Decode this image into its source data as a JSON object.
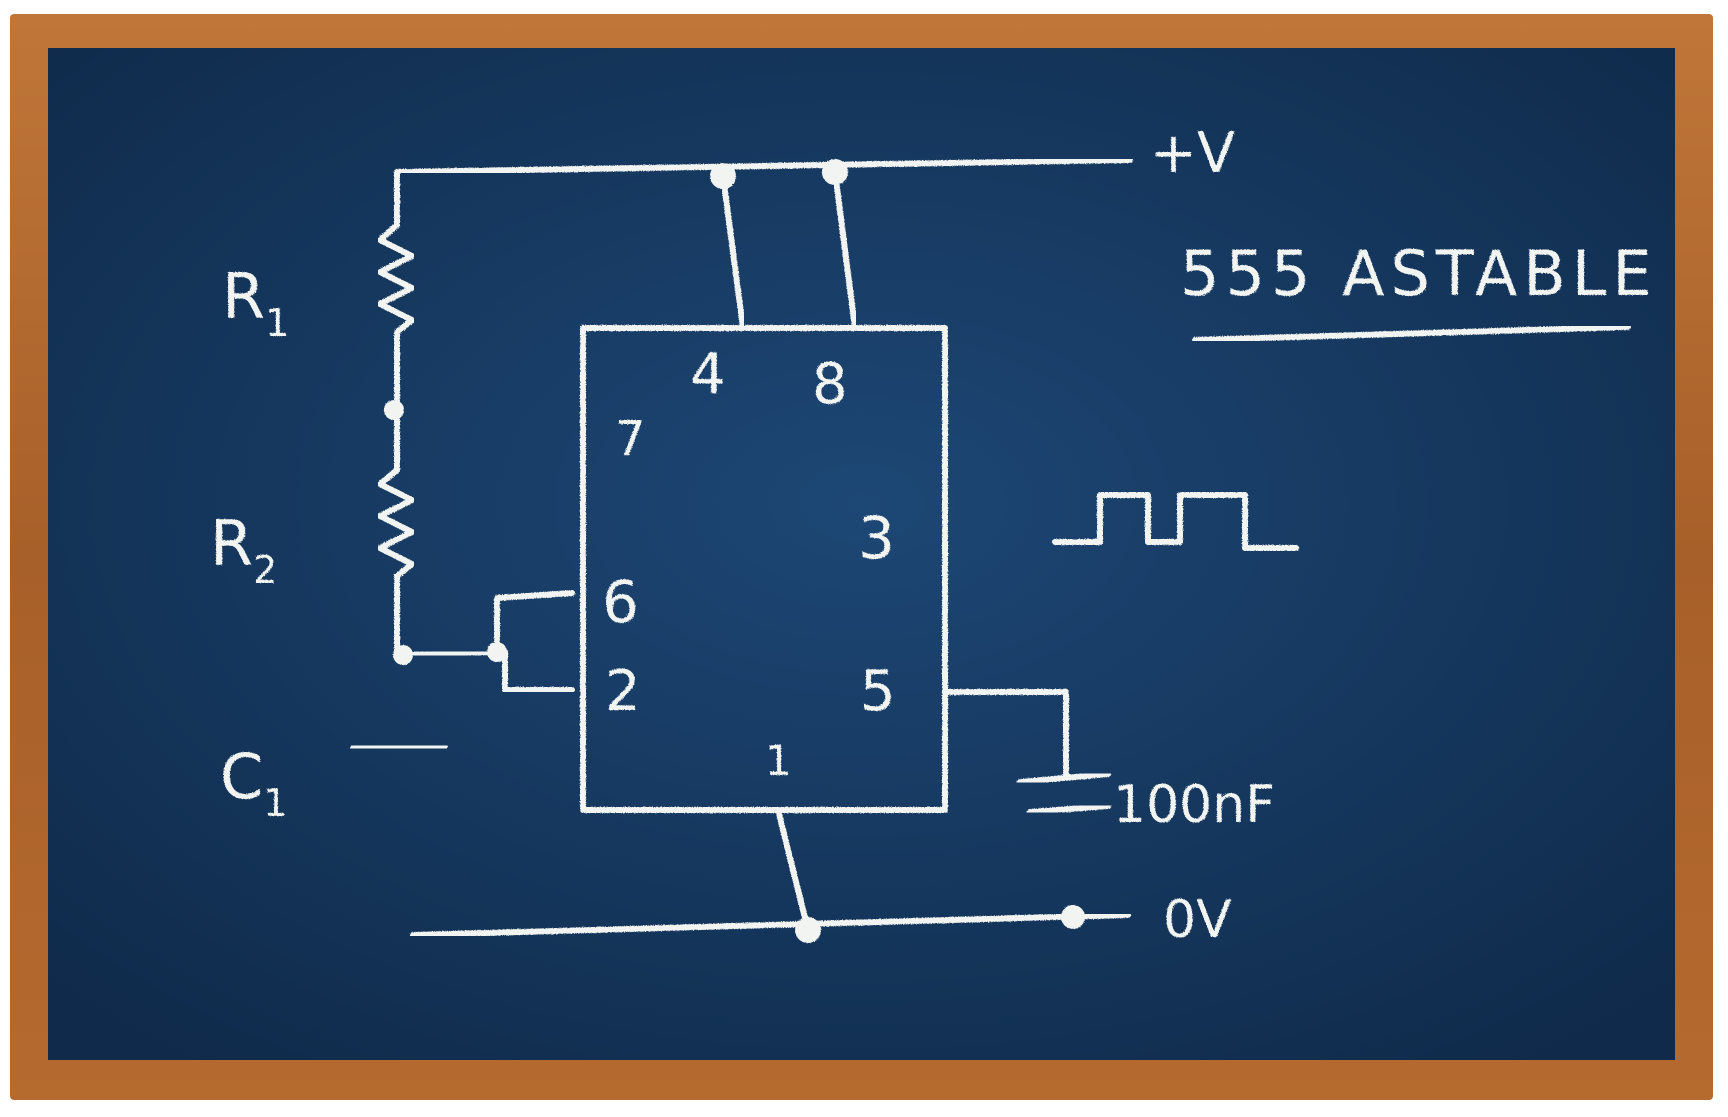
{
  "board": {
    "frame_color": "#b56a2e",
    "board_color": "#16385e",
    "chalk_color": "#f2f4f2"
  },
  "title": "555 ASTABLE",
  "rails": {
    "supply_label": "+V",
    "ground_label": "0V"
  },
  "components": {
    "r1_label": "R1",
    "r2_label": "R2",
    "c1_label": "C1",
    "control_cap_label": "100nF"
  },
  "ic": {
    "pins": {
      "p4": "4",
      "p8": "8",
      "p7": "7",
      "p3": "3",
      "p6": "6",
      "p2": "2",
      "p5": "5",
      "p1": "1"
    }
  },
  "output": {
    "waveform": "square-wave-icon"
  }
}
